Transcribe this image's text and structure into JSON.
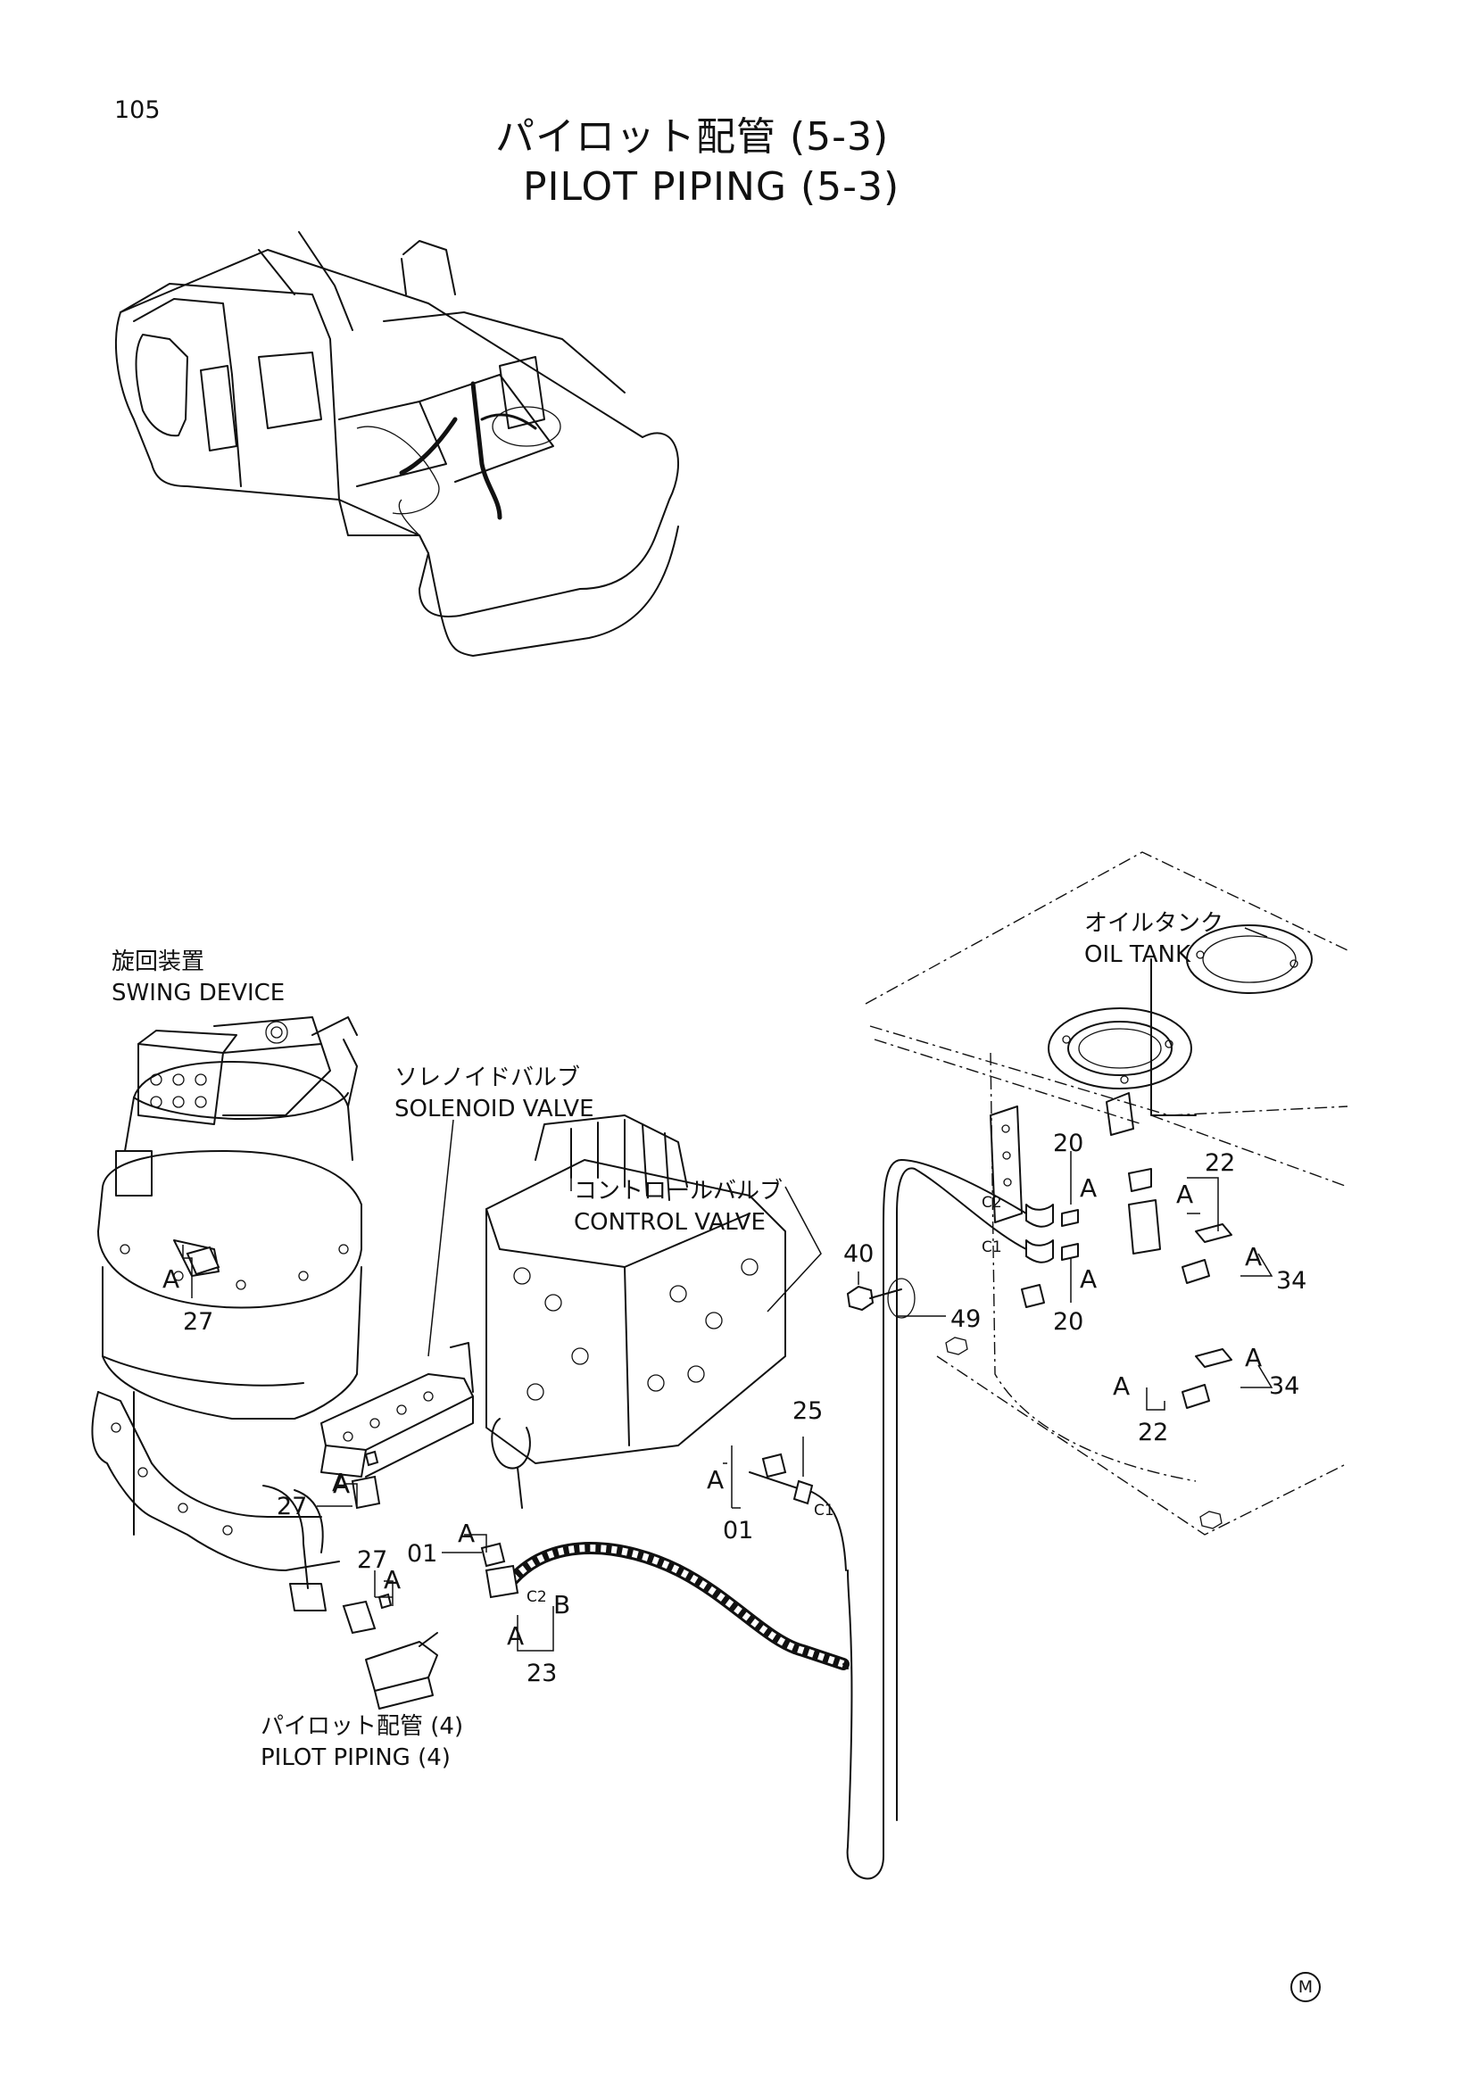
{
  "page": {
    "number": "105"
  },
  "title": {
    "ja": "パイロット配管 (5-3)",
    "en": "PILOT PIPING (5-3)"
  },
  "labels": {
    "swing_device": {
      "ja": "旋回装置",
      "en": "SWING DEVICE"
    },
    "solenoid_valve": {
      "ja": "ソレノイドバルブ",
      "en": "SOLENOID VALVE"
    },
    "control_valve": {
      "ja": "コントロールバルブ",
      "en": "CONTROL VALVE"
    },
    "oil_tank": {
      "ja": "オイルタンク",
      "en": "OIL TANK"
    },
    "pilot_piping_4": {
      "ja": "パイロット配管 (4)",
      "en": "PILOT PIPING (4)"
    }
  },
  "callouts": [
    {
      "id": "c-20a",
      "text": "20"
    },
    {
      "id": "c-20b",
      "text": "20"
    },
    {
      "id": "c-22a",
      "text": "22"
    },
    {
      "id": "c-22b",
      "text": "22"
    },
    {
      "id": "c-34a",
      "text": "34"
    },
    {
      "id": "c-34b",
      "text": "34"
    },
    {
      "id": "c-40",
      "text": "40"
    },
    {
      "id": "c-49",
      "text": "49"
    },
    {
      "id": "c-25",
      "text": "25"
    },
    {
      "id": "c-01a",
      "text": "01"
    },
    {
      "id": "c-01b",
      "text": "01"
    },
    {
      "id": "c-23",
      "text": "23"
    },
    {
      "id": "c-27a",
      "text": "27"
    },
    {
      "id": "c-27b",
      "text": "27"
    },
    {
      "id": "c-27c",
      "text": "27"
    }
  ],
  "letters": [
    {
      "id": "l1",
      "text": "A"
    },
    {
      "id": "l2",
      "text": "A"
    },
    {
      "id": "l3",
      "text": "A"
    },
    {
      "id": "l4",
      "text": "A"
    },
    {
      "id": "l5",
      "text": "A"
    },
    {
      "id": "l6",
      "text": "A"
    },
    {
      "id": "l7",
      "text": "A"
    },
    {
      "id": "l8",
      "text": "A"
    },
    {
      "id": "l9",
      "text": "A"
    },
    {
      "id": "l10",
      "text": "A"
    },
    {
      "id": "l11",
      "text": "A"
    },
    {
      "id": "l12",
      "text": "A"
    },
    {
      "id": "l13",
      "text": "A"
    },
    {
      "id": "l14",
      "text": "B"
    }
  ],
  "port_marks": [
    "C2",
    "C1",
    "C1",
    "C2"
  ],
  "manual_mark": "M"
}
